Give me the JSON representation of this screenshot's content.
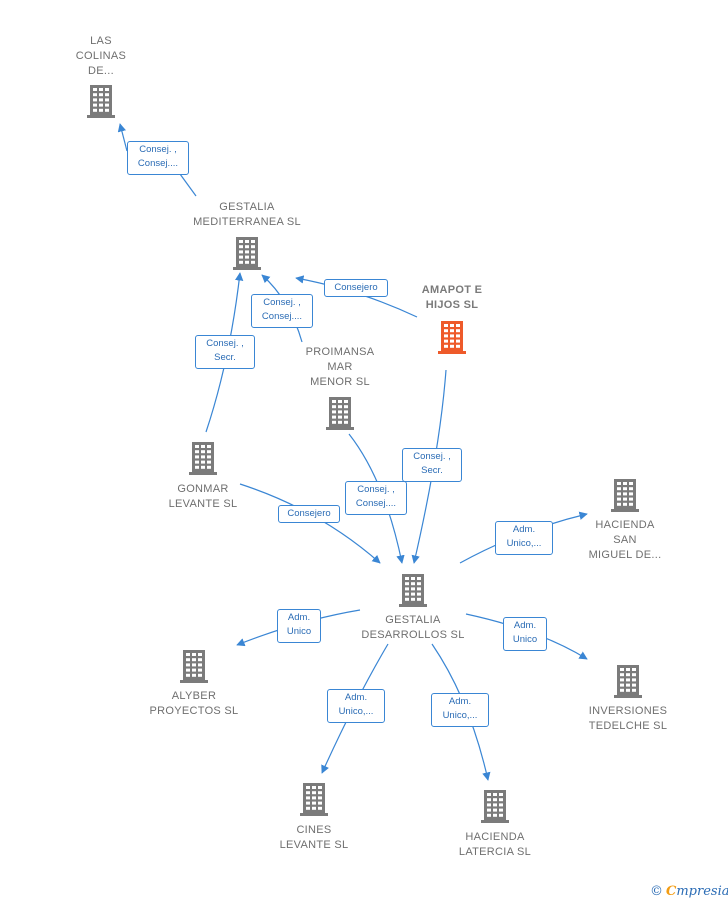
{
  "colors": {
    "node": "#7b7b7b",
    "focal_node": "#ee5a2a",
    "edge": "#3a86d4"
  },
  "nodes": [
    {
      "id": "las_colinas",
      "label": "LAS\nCOLINAS\nDE...",
      "focal": false
    },
    {
      "id": "gestalia_med",
      "label": "GESTALIA\nMEDITERRANEA SL",
      "focal": false
    },
    {
      "id": "amapot",
      "label": "AMAPOT E\nHIJOS  SL",
      "focal": true
    },
    {
      "id": "proimansa",
      "label": "PROIMANSA\nMAR\nMENOR  SL",
      "focal": false
    },
    {
      "id": "gonmar",
      "label": "GONMAR\nLEVANTE  SL",
      "focal": false
    },
    {
      "id": "hacienda_san_miguel",
      "label": "HACIENDA\nSAN\nMIGUEL DE...",
      "focal": false
    },
    {
      "id": "gestalia_des",
      "label": "GESTALIA\nDESARROLLOS SL",
      "focal": false
    },
    {
      "id": "alyber",
      "label": "ALYBER\nPROYECTOS SL",
      "focal": false
    },
    {
      "id": "inversiones",
      "label": "INVERSIONES\nTEDELCHE  SL",
      "focal": false
    },
    {
      "id": "cines",
      "label": "CINES\nLEVANTE  SL",
      "focal": false
    },
    {
      "id": "hacienda_latercia",
      "label": "HACIENDA\nLATERCIA  SL",
      "focal": false
    }
  ],
  "edges": [
    {
      "id": "e1",
      "label": "Consej. ,\nConsej...."
    },
    {
      "id": "e2",
      "label": "Consejero"
    },
    {
      "id": "e3",
      "label": "Consej. ,\nConsej...."
    },
    {
      "id": "e4",
      "label": "Consej. ,\nSecr."
    },
    {
      "id": "e5",
      "label": "Consej. ,\nSecr."
    },
    {
      "id": "e6",
      "label": "Consej. ,\nConsej...."
    },
    {
      "id": "e7",
      "label": "Consejero"
    },
    {
      "id": "e8",
      "label": "Adm.\nUnico,..."
    },
    {
      "id": "e9",
      "label": "Adm.\nUnico"
    },
    {
      "id": "e10",
      "label": "Adm.\nUnico"
    },
    {
      "id": "e11",
      "label": "Adm.\nUnico,..."
    },
    {
      "id": "e12",
      "label": "Adm.\nUnico,..."
    }
  ],
  "brand": {
    "copyright_symbol": "©",
    "initial": "C",
    "name": "mpresia"
  }
}
